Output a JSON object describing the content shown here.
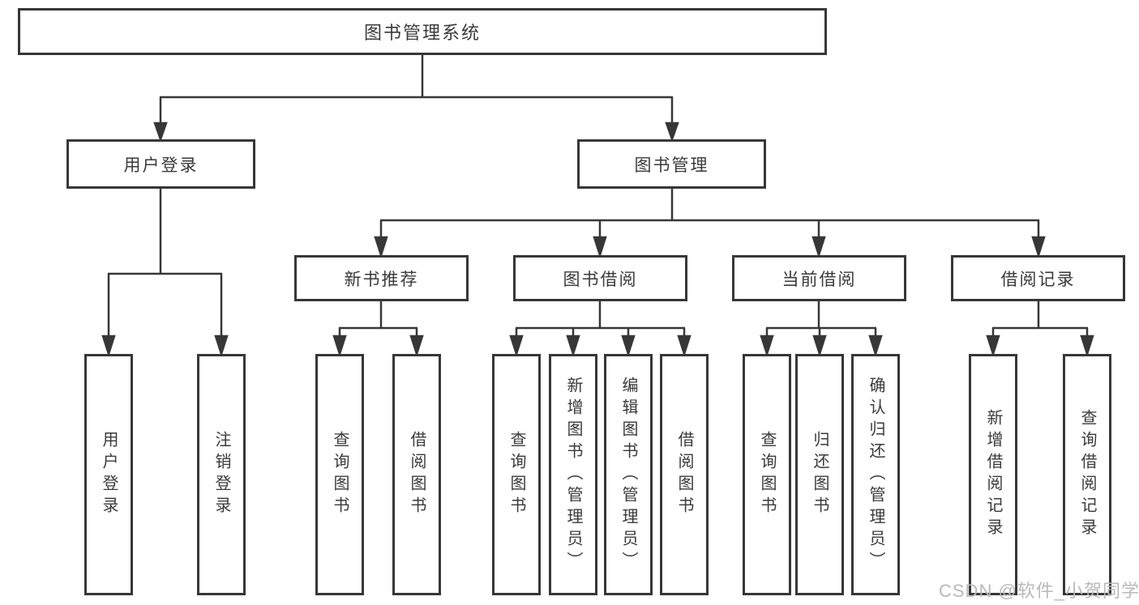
{
  "diagram": {
    "root": "图书管理系统",
    "branches": [
      {
        "label": "用户登录",
        "children": [
          "用户登录",
          "注销登录"
        ]
      },
      {
        "label": "图书管理",
        "children": [
          {
            "label": "新书推荐",
            "children": [
              "查询图书",
              "借阅图书"
            ]
          },
          {
            "label": "图书借阅",
            "children": [
              "查询图书",
              "新增图书（管理员）",
              "编辑图书（管理员）",
              "借阅图书"
            ]
          },
          {
            "label": "当前借阅",
            "children": [
              "查询图书",
              "归还图书",
              "确认归还（管理员）"
            ]
          },
          {
            "label": "借阅记录",
            "children": [
              "新增借阅记录",
              "查询借阅记录"
            ]
          }
        ]
      }
    ]
  },
  "watermark": {
    "text": "CSDN @软件_小贺同学"
  },
  "colors": {
    "line": "#373737",
    "text": "#3a3a3a",
    "background": "#ffffff",
    "watermark": "#b9b9b9"
  }
}
